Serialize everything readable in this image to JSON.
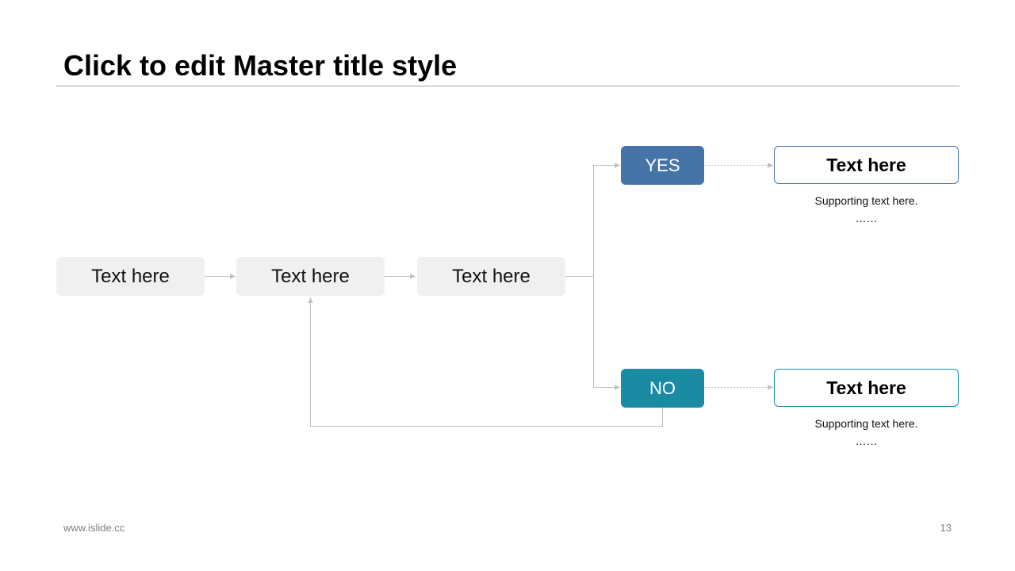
{
  "slide": {
    "title": "Click to edit Master title style",
    "page_number": "13"
  },
  "footer": {
    "url": "www.islide.cc"
  },
  "flow": {
    "steps": [
      {
        "label": "Text here"
      },
      {
        "label": "Text here"
      },
      {
        "label": "Text here"
      }
    ],
    "decisions": {
      "yes": {
        "label": "YES",
        "color": "#4575a8"
      },
      "no": {
        "label": "NO",
        "color": "#1a8ba3"
      }
    },
    "outcomes": [
      {
        "title": "Text here",
        "support": "Supporting text here.",
        "ellipsis": "……",
        "border_color": "#4575a8"
      },
      {
        "title": "Text here",
        "support": "Supporting text here.",
        "ellipsis": "……",
        "border_color": "#1a8ba3"
      }
    ]
  },
  "colors": {
    "connector": "#bfbfbf",
    "step_fill": "#f0f0f0",
    "rule": "#a6a6a6"
  }
}
